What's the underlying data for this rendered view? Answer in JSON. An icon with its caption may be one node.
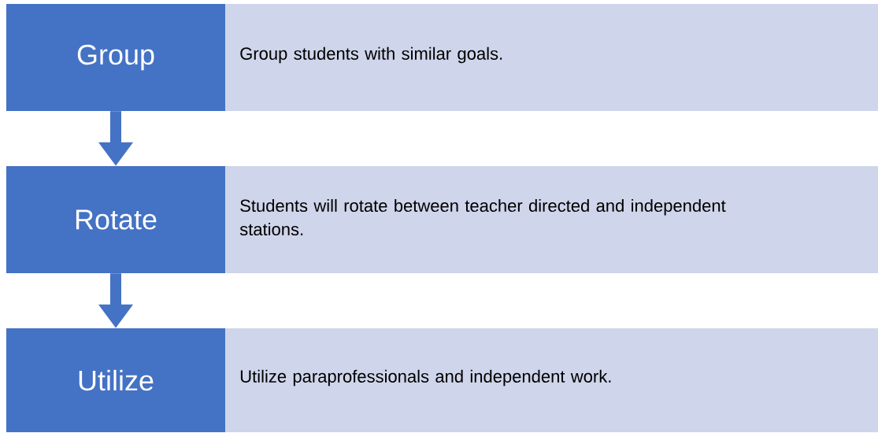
{
  "diagram": {
    "nodes": [
      {
        "text": [
          "Group"
        ]
      },
      {
        "text": [
          "Group students with similar goals."
        ]
      },
      {
        "text": [
          "Rotate"
        ]
      },
      {
        "text": [
          "Students will rotate between teacher directed and independent stations."
        ]
      },
      {
        "text": [
          "Utilize"
        ]
      },
      {
        "text": [
          "Utilize paraprofessionals and independent work."
        ]
      }
    ],
    "edges": [
      {
        "from": 0,
        "to": 2,
        "arrow": "to"
      },
      {
        "from": 2,
        "to": 4,
        "arrow": "to"
      }
    ]
  }
}
